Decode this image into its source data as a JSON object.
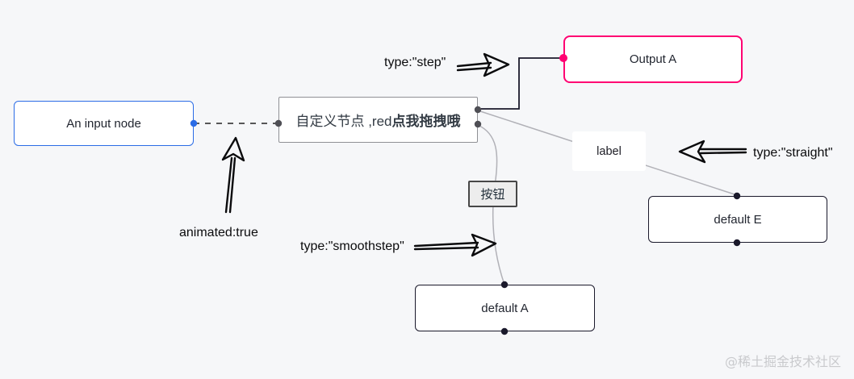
{
  "canvas": {
    "background": "#f6f7f9",
    "watermark": "@稀土掘金技术社区"
  },
  "nodes": {
    "input": {
      "label": "An input node",
      "border": "#2b6ce6"
    },
    "custom": {
      "text": "自定义节点 ,red",
      "text_bold": "点我拖拽哦",
      "border": "#8f9095"
    },
    "output": {
      "label": "Output A",
      "border": "#ff0072"
    },
    "default_e": {
      "label": "default E",
      "border": "#1a192b"
    },
    "default_a": {
      "label": "default A",
      "border": "#1a192b"
    }
  },
  "edges": {
    "label_box_text": "label",
    "button_label": "按钮",
    "default_color": "#b1b1b7",
    "step_color": "#1a192b",
    "dashed_color": "#222222",
    "handle_colors": {
      "input": "#2b6ce6",
      "custom": "#4f4f55",
      "output": "#ff0072",
      "default": "#1a192b"
    }
  },
  "annotations": {
    "step": "type:\"step\"",
    "straight": "type:\"straight\"",
    "smoothstep": "type:\"smoothstep\"",
    "animated": "animated:true"
  }
}
